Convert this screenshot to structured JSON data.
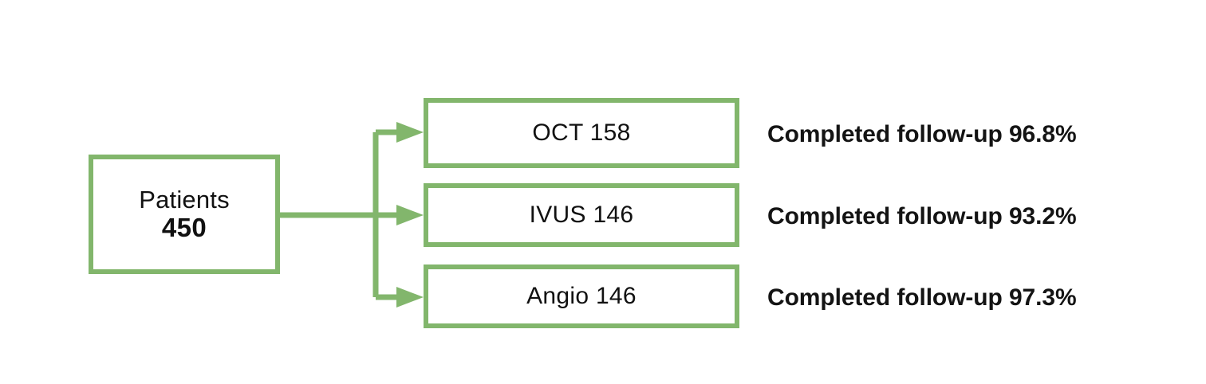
{
  "diagram": {
    "type": "flowchart",
    "orientation": "left-to-right",
    "accent_color": "#82b66c",
    "text_color": "#111111",
    "background_color": "#ffffff",
    "source": {
      "label": "Patients",
      "count": "450"
    },
    "branches": [
      {
        "box_label": "OCT 158",
        "arm": "OCT",
        "n": "158",
        "followup": "Completed follow-up 96.8%",
        "followup_percent": "96.8%"
      },
      {
        "box_label": "IVUS 146",
        "arm": "IVUS",
        "n": "146",
        "followup": "Completed follow-up 93.2%",
        "followup_percent": "93.2%"
      },
      {
        "box_label": "Angio 146",
        "arm": "Angio",
        "n": "146",
        "followup": "Completed follow-up 97.3%",
        "followup_percent": "97.3%"
      }
    ],
    "connectors": {
      "icon": "arrow-right-icon",
      "count": 3
    }
  }
}
